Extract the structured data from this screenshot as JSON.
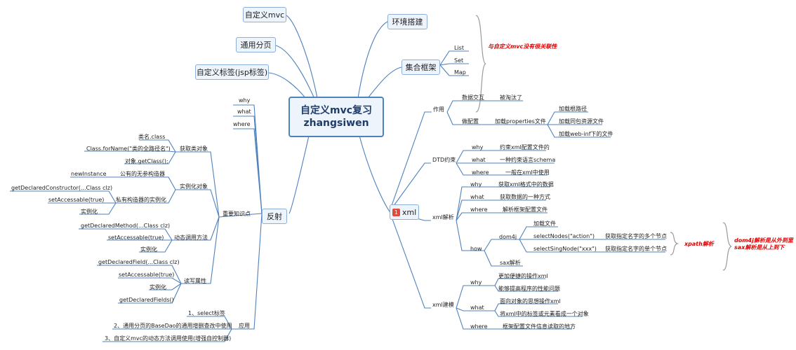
{
  "center": {
    "line1": "自定义mvc复习",
    "line2": "zhangsiwen"
  },
  "topics": {
    "custom_mvc": "自定义mvc",
    "paging": "通用分页",
    "custom_tag": "自定义标签(jsp标签)",
    "env": "环境搭建",
    "collections": "集合框架",
    "reflection": "反射",
    "xml_badge": "1",
    "xml": "xml"
  },
  "collections": {
    "items": [
      "List",
      "Set",
      "Map"
    ],
    "note": "与自定义mvc没有很关联性"
  },
  "reflection": {
    "why": "why",
    "what": "what",
    "where": "where",
    "key_points": "重要知识点",
    "get_class": "获取类对象",
    "class_name": "类名.class",
    "class_forname": "Class.forName(\"类的全路径名\")",
    "obj_getclass": "对象.getClass();",
    "instantiate": "实例化对象",
    "public_ctor": "公有的无参构造器",
    "new_instance": "newInstance",
    "private_ctor": "私有构造器的实例化",
    "get_declared_ctor": "getDeclaredConstructor(...Class clz)",
    "set_accessable_1": "setAccessable(true)",
    "instance_1": "实例化",
    "dynamic_call": "动态调用方法",
    "get_declared_method": "getDeclaredMethod(...Class clz)",
    "set_accessable_2": "setAccessable(true)",
    "instance_2": "实例化",
    "rw_attr": "读写属性",
    "get_declared_field": "getDeclaredField(...Class clz)",
    "set_accessable_3": "setAccessable(true)",
    "instance_3": "实例化",
    "get_declared_fields": "getDeclaredFields()",
    "apply": "应用",
    "apply_1": "1、select标签",
    "apply_2": "2、通用分页的BaseDao的通用增删查改中使用",
    "apply_3": "3、自定义mvc的动态方法调用使用(增强自控制器)"
  },
  "xml": {
    "purpose": "作用",
    "data_exchange": "数据交互",
    "eliminated": "被淘汰了",
    "configure": "做配置",
    "load_props": "加载properties文件",
    "load_root": "加载根路径",
    "load_same_pkg": "加载同包资源文件",
    "load_webinf": "加载web-inf下的文件",
    "dtd": "DTD约束",
    "dtd_why": "why",
    "dtd_why_val": "约束xml配置文件的",
    "dtd_what": "what",
    "dtd_what_val": "一种约束语言schema",
    "dtd_where": "where",
    "dtd_where_val": "一般在xml中使用",
    "parse": "xml解析",
    "parse_why": "why",
    "parse_why_val": "获取xml格式中的数据",
    "parse_what": "what",
    "parse_what_val": "获取数据的一种方式",
    "parse_where": "where",
    "parse_where_val": "解析框架配置文件",
    "parse_how": "how",
    "dom4j": "dom4j",
    "load_file": "加载文件",
    "select_nodes": "selectNodes(\"action\")",
    "select_nodes_val": "获取指定名字的多个节点",
    "select_single": "selectSingNode(\"xxx\")",
    "select_single_val": "获取指定名字的单个节点",
    "sax": "sax解析",
    "xpath_note": "xpath解析",
    "dom_note_1": "dom4j解析是从外到里",
    "dom_note_2": "sax解析是从上到下",
    "model": "xml建模",
    "model_why": "why",
    "model_why_1": "更加便捷的操作xml",
    "model_why_2": "能够提高程序的性能问题",
    "model_what": "what",
    "model_what_1": "面向对象的思想操作xml",
    "model_what_2": "将xml中的标签或元素看成一个对象",
    "model_where": "where",
    "model_where_val": "框架配置文件信息读取的地方"
  }
}
